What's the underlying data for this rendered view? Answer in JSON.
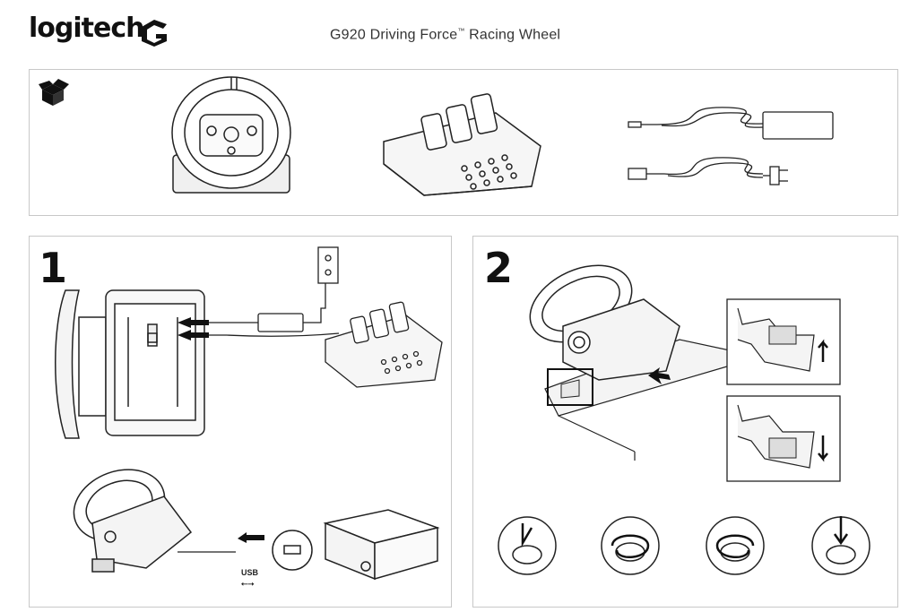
{
  "header": {
    "brand": "logitech",
    "logo_icon": "logitech-g-icon",
    "product_title": "G920 Driving Force",
    "trademark": "™",
    "product_subtitle": " Racing Wheel"
  },
  "box_contents": {
    "icon": "open-box-icon",
    "items": [
      "steering-wheel",
      "pedals",
      "power-adapter",
      "power-cord"
    ]
  },
  "step1": {
    "number": "1",
    "usb_label": "USB"
  },
  "step2": {
    "number": "2"
  },
  "colors": {
    "line": "#222222",
    "border": "#c8c8c8",
    "fill_light": "#f4f4f4",
    "fill_mid": "#e4e4e4"
  }
}
